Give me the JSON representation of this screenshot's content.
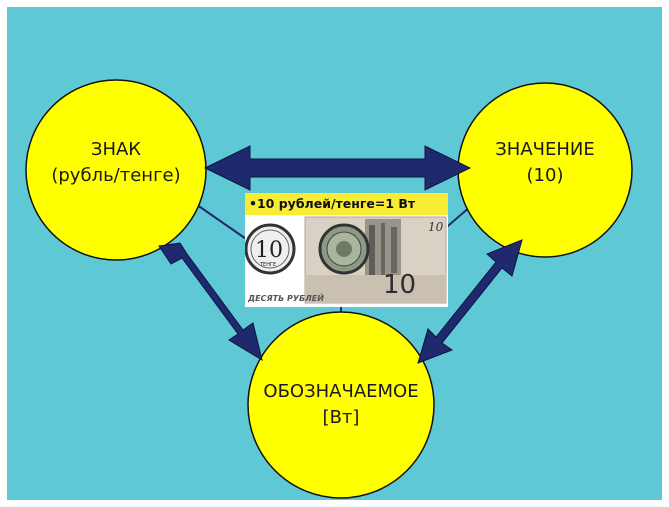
{
  "nodes": {
    "sign": {
      "line1": "ЗНАК",
      "line2": "(рубль/тенге)"
    },
    "meaning": {
      "line1": "ЗНАЧЕНИЕ",
      "line2": "(10)"
    },
    "signified": {
      "line1": "ОБОЗНАЧАЕМОЕ",
      "line2": "[Вт]"
    }
  },
  "caption": "•10 рублей/тенге=1 Вт",
  "money_image": {
    "coin_label": "ТЕНГЕ",
    "coin_value": "10",
    "banknote_value": "10",
    "banknote_text": "ДЕСЯТЬ РУБЛЕЙ"
  },
  "colors": {
    "background": "#5ec8d5",
    "circle_fill": "#ffff00",
    "arrow": "#1f2a6e",
    "caption_bg": "#f8ec35"
  }
}
